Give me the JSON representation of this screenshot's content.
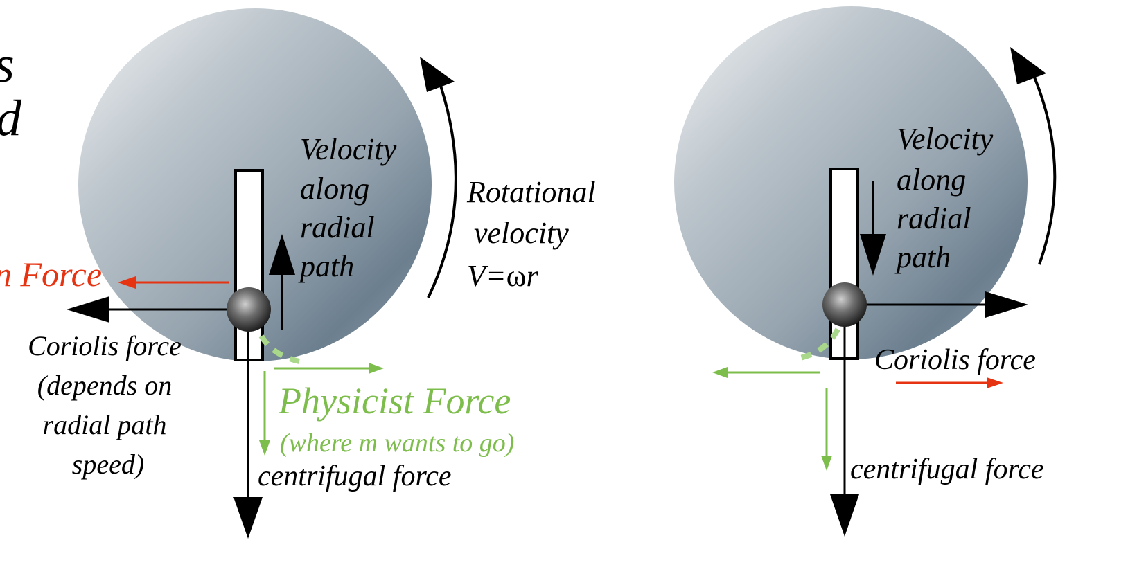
{
  "colors": {
    "disk_light": "#eef0f1",
    "disk_mid": "#a6b2bb",
    "disk_dark": "#64788a",
    "black": "#000000",
    "red": "#e63312",
    "green": "#7dbd4b",
    "dashed_green": "#a9d88a"
  },
  "left_panel": {
    "partial_title_line1": "s",
    "partial_title_line2": "d",
    "velocity_label": [
      "Velocity",
      "along",
      "radial",
      "path"
    ],
    "rotational_label": {
      "line1": "Rotational",
      "line2": "velocity",
      "formula_v": "V=",
      "formula_omega": "ω",
      "formula_r": "r"
    },
    "partial_force_label": "n Force",
    "coriolis_label": [
      "Coriolis force",
      "(depends on",
      "radial path",
      "speed)"
    ],
    "physicist_force": "Physicist Force",
    "physicist_note": "(where m wants to go)",
    "centrifugal_label": "centrifugal force"
  },
  "right_panel": {
    "velocity_label": [
      "Velocity",
      "along",
      "radial",
      "path"
    ],
    "coriolis_label": "Coriolis force",
    "centrifugal_label": "centrifugal force"
  }
}
